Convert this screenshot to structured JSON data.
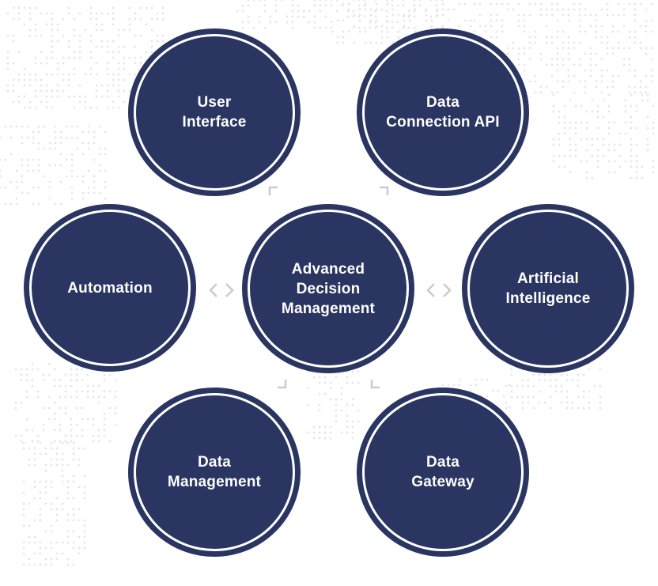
{
  "diagram": {
    "center": {
      "label": "Advanced\nDecision\nManagement"
    },
    "nodes": {
      "user_interface": {
        "label": "User\nInterface"
      },
      "data_connection_api": {
        "label": "Data\nConnection API"
      },
      "automation": {
        "label": "Automation"
      },
      "artificial_intelligence": {
        "label": "Artificial\nIntelligence"
      },
      "data_management": {
        "label": "Data\nManagement"
      },
      "data_gateway": {
        "label": "Data\nGateway"
      }
    },
    "colors": {
      "node_fill": "#2a3561",
      "node_ring": "#ffffff",
      "connector": "#c8cbd3",
      "dots": "#e4e6ea"
    }
  }
}
